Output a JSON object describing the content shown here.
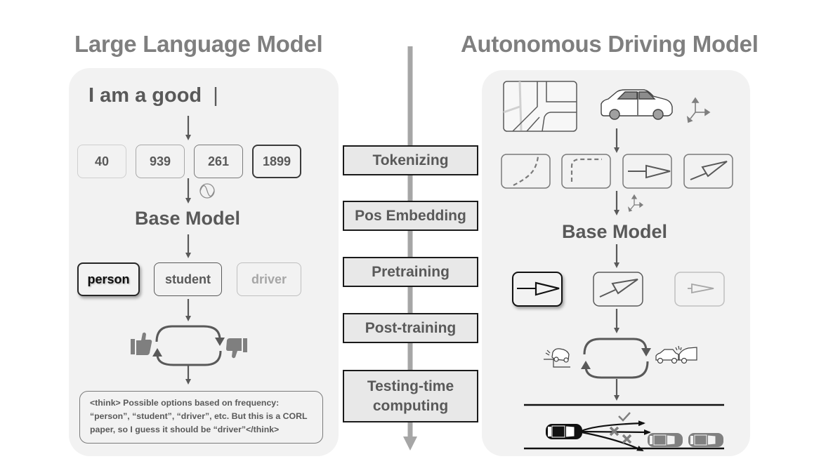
{
  "left": {
    "title": "Large Language Model",
    "prompt": "I am a good",
    "cursor": "|",
    "tokens": [
      "40",
      "939",
      "261",
      "1899"
    ],
    "base_model": "Base Model",
    "candidates": [
      "person",
      "student",
      "driver"
    ],
    "feedback_icons": [
      "thumbs-up-icon",
      "thumbs-down-icon"
    ],
    "think_text": "<think> Possible options based on frequency: “person”, “student”, “driver”, etc. But this is a CORL paper, so I guess it should be “driver”</think>"
  },
  "center": {
    "stages": [
      "Tokenizing",
      "Pos Embedding",
      "Pretraining",
      "Post-training",
      "Testing-time computing"
    ]
  },
  "right": {
    "title": "Autonomous Driving Model",
    "inputs": [
      "map-icon",
      "car-icon",
      "axes-icon"
    ],
    "tokens": [
      "curve-dashed-trajectory",
      "turn-dashed-trajectory",
      "straight-arrow-action",
      "diagonal-arrow-action"
    ],
    "base_model": "Base Model",
    "candidates": [
      "straight-arrow-action",
      "diagonal-arrow-action",
      "faded-straight-arrow-action"
    ],
    "feedback_icons": [
      "car-off-road-icon",
      "car-collision-icon"
    ],
    "scene_marks": [
      "check-mark",
      "x-mark",
      "x-mark"
    ]
  },
  "colors": {
    "panel": "#f2f2f2",
    "title": "#7f7f7f",
    "text": "#595959",
    "stage_fill": "#e8e8e8",
    "stage_border": "#1a1a1a",
    "axis": "#a6a6a6"
  }
}
